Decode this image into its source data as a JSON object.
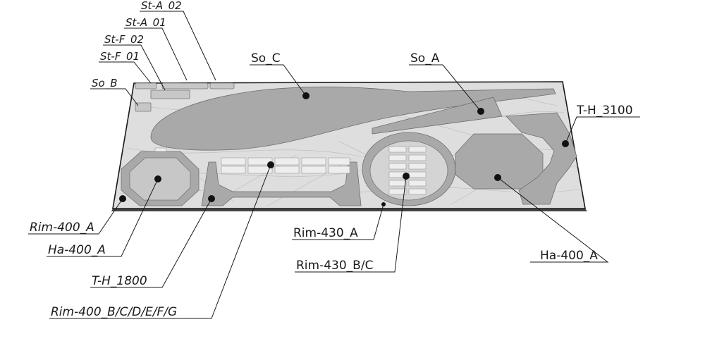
{
  "labels": {
    "st_a_02": "St-A_02",
    "st_a_01": "St-A_01",
    "st_f_02": "St-F_02",
    "st_f_01": "St-F_01",
    "so_b": "So_B",
    "so_c": "So_C",
    "so_a": "So_A",
    "t_h_3100": "T-H_3100",
    "rim_400_a": "Rim-400_A",
    "ha_400_a_left": "Ha-400_A",
    "t_h_1800": "T-H_1800",
    "rim_400_bcdefg": "Rim-400_B/C/D/E/F/G",
    "rim_430_a": "Rim-430_A",
    "rim_430_bc": "Rim-430_B/C",
    "ha_400_a_right": "Ha-400_A"
  },
  "colors": {
    "board": "#dedede",
    "part": "#a9a9a9",
    "outline": "#1a1a1a"
  }
}
